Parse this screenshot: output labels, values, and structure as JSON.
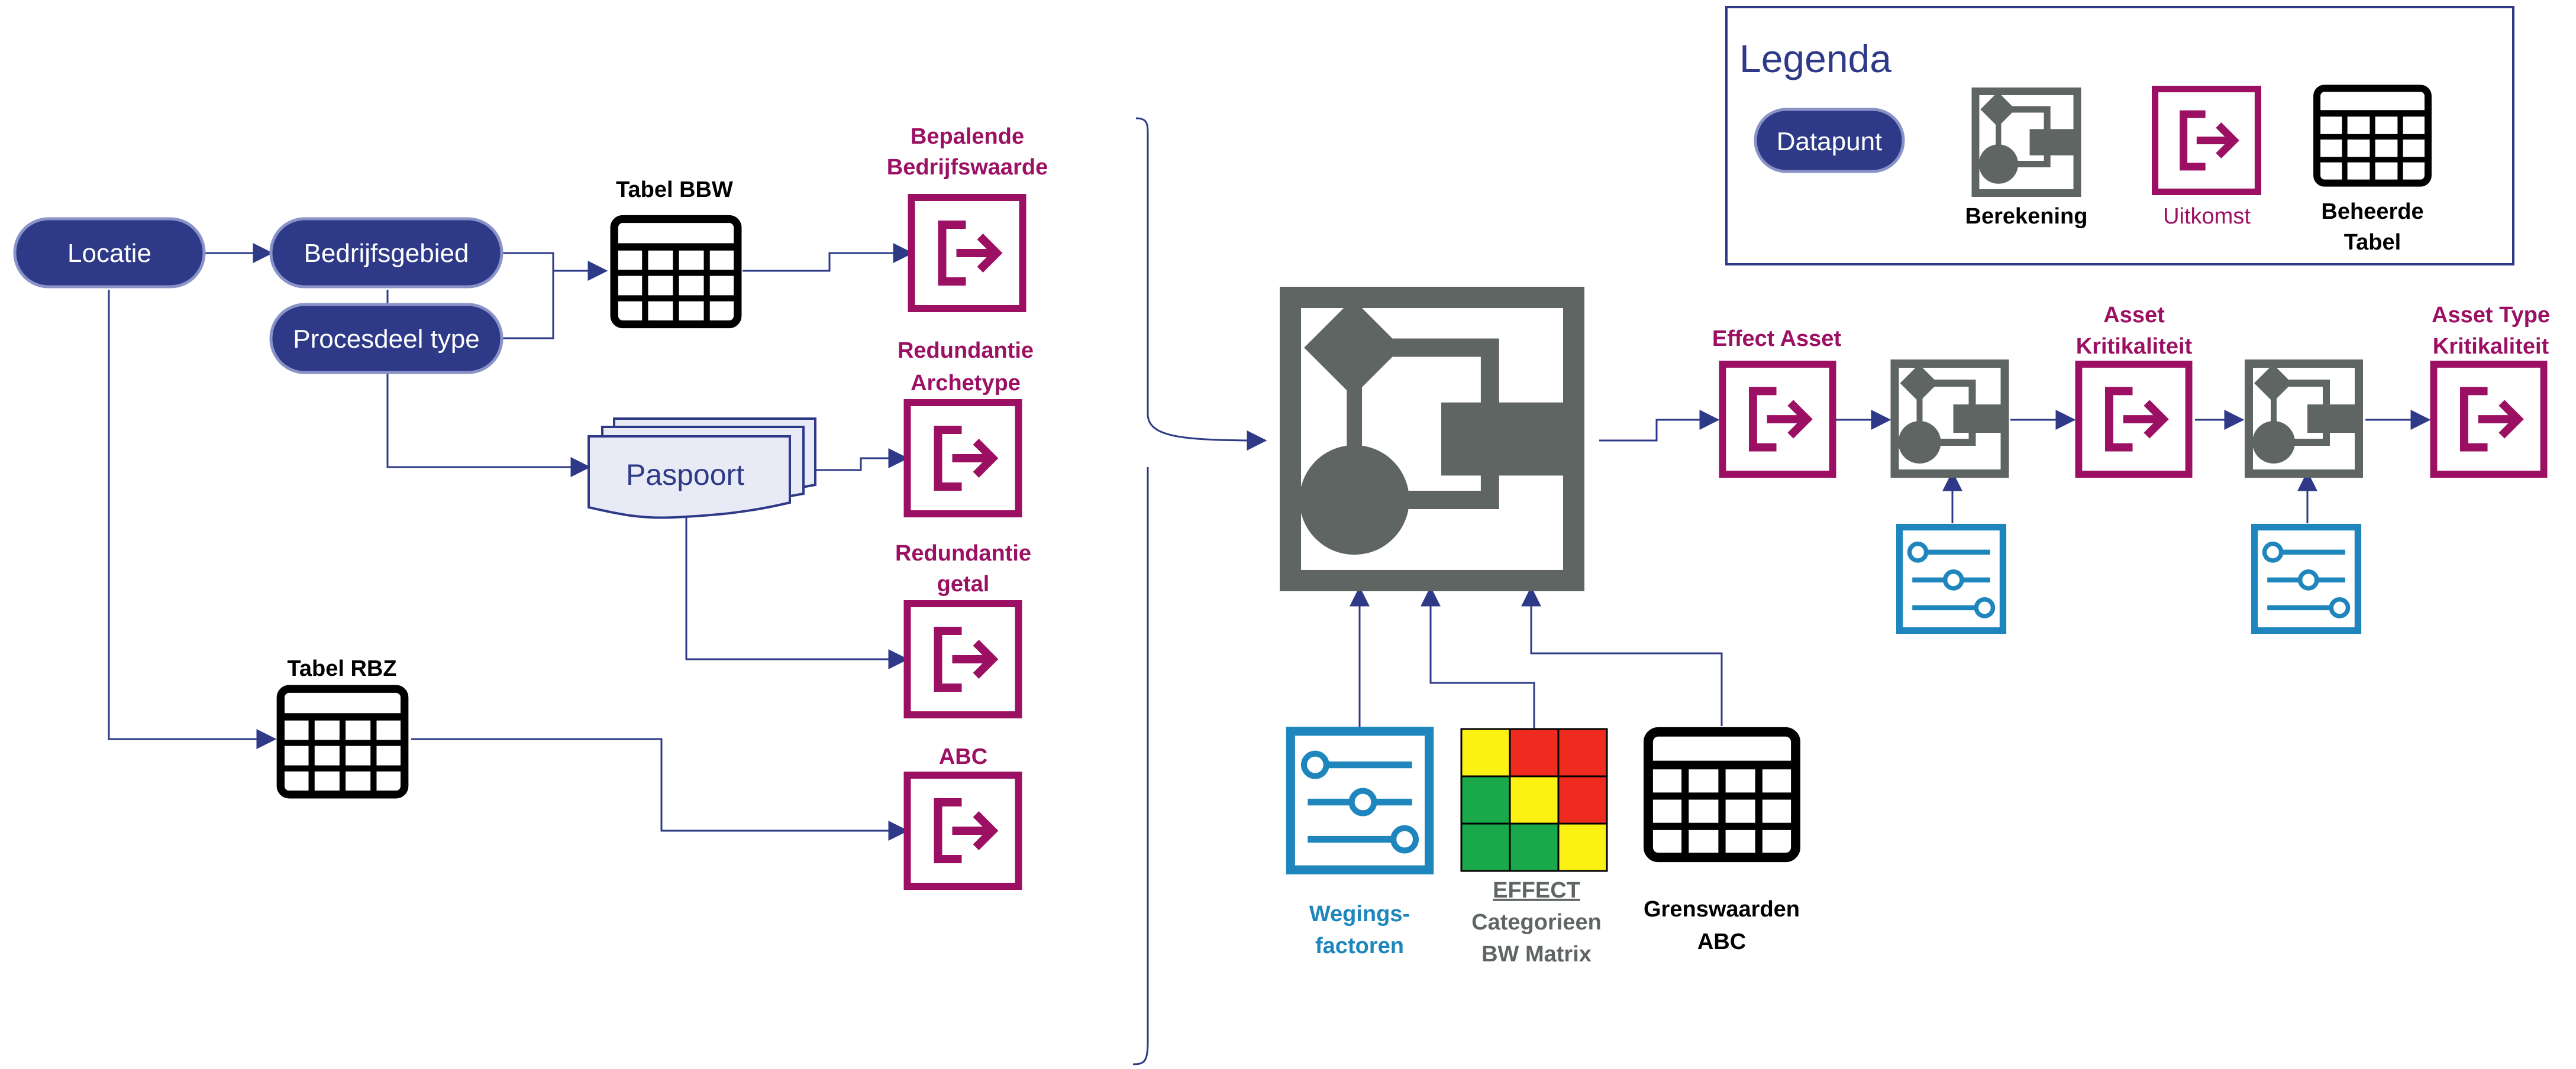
{
  "colors": {
    "navy": "#2e3a87",
    "magenta": "#9b1063",
    "grey": "#5f6562",
    "blue": "#1e86bd",
    "matrix_red": "#ee2b1e",
    "matrix_yellow": "#fbf214",
    "matrix_green": "#1aa94a"
  },
  "datapoints": {
    "locatie": "Locatie",
    "bedrijfsgebied": "Bedrijfsgebied",
    "procesdeel": "Procesdeel type"
  },
  "documents": {
    "paspoort": "Paspoort"
  },
  "tables": {
    "bbw": "Tabel BBW",
    "rbz": "Tabel RBZ",
    "grenswaarden": [
      "Grenswaarden",
      "ABC"
    ]
  },
  "outcomes": {
    "bepalende": [
      "Bepalende",
      "Bedrijfswaarde"
    ],
    "archetype": [
      "Redundantie",
      "Archetype"
    ],
    "getal": [
      "Redundantie",
      "getal"
    ],
    "abc": "ABC",
    "effect_asset": "Effect Asset",
    "asset_krit": [
      "Asset",
      "Kritikaliteit"
    ],
    "asset_type_krit": [
      "Asset Type",
      "Kritikaliteit"
    ]
  },
  "inputs": {
    "wegingsfactoren": [
      "Wegings-",
      "factoren"
    ],
    "effect_matrix": [
      "EFFECT",
      "Categorieen",
      "BW Matrix"
    ],
    "matrix_cells": [
      [
        "yellow",
        "red",
        "red"
      ],
      [
        "green",
        "yellow",
        "red"
      ],
      [
        "green",
        "green",
        "yellow"
      ]
    ]
  },
  "legend": {
    "title": "Legenda",
    "datapunt": "Datapunt",
    "berekening": "Berekening",
    "uitkomst": "Uitkomst",
    "beheerde_tabel": [
      "Beheerde",
      "Tabel"
    ]
  }
}
